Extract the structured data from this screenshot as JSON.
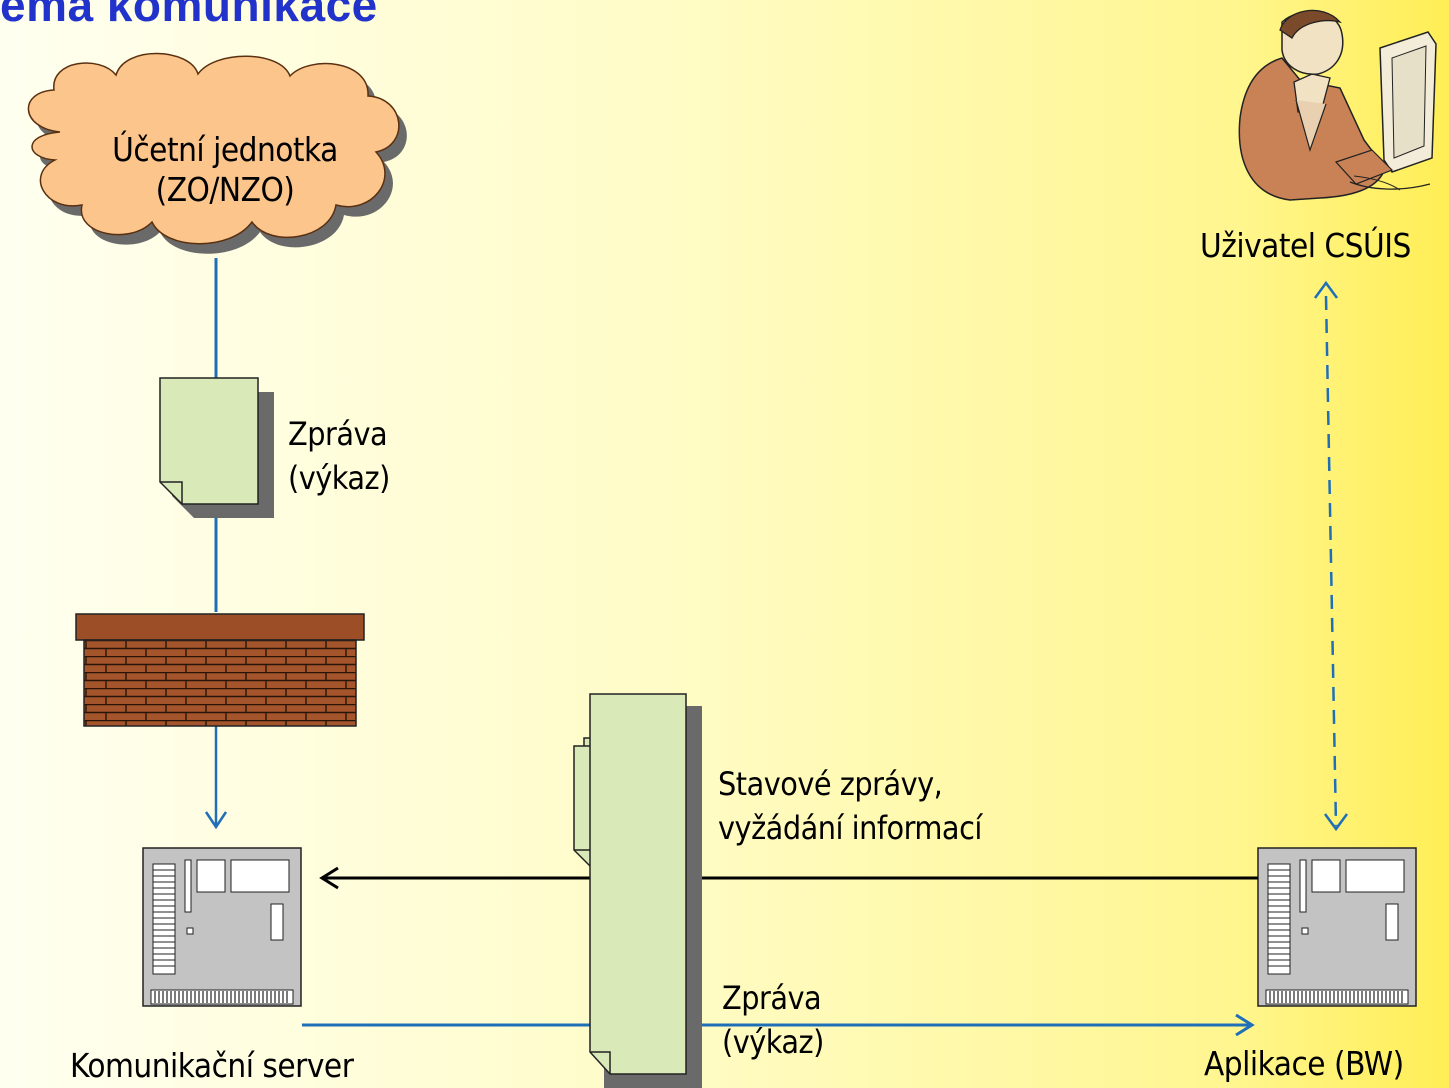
{
  "title": "ema komunikace",
  "nodes": {
    "accounting_unit": {
      "line1": "Účetní jednotka",
      "line2": "(ZO/NZO)"
    },
    "csuis_user": {
      "label": "Uživatel CSÚIS"
    },
    "comm_server": {
      "label": "Komunikační server"
    },
    "application": {
      "label": "Aplikace (BW)"
    }
  },
  "messages": {
    "top_message": {
      "line1": "Zpráva",
      "line2": "(výkaz)"
    },
    "status_messages": {
      "line1": "Stavové zprávy,",
      "line2": "vyžádání informací"
    },
    "bottom_message": {
      "line1": "Zpráva",
      "line2": "(výkaz)"
    }
  },
  "colors": {
    "connector_blue": "#1f6fb8",
    "cloud_fill": "#fbc58c",
    "document_fill": "#d9eab8",
    "brick": "#9c4e26",
    "server_fill": "#c0c0c0",
    "title": "#2233cc"
  }
}
